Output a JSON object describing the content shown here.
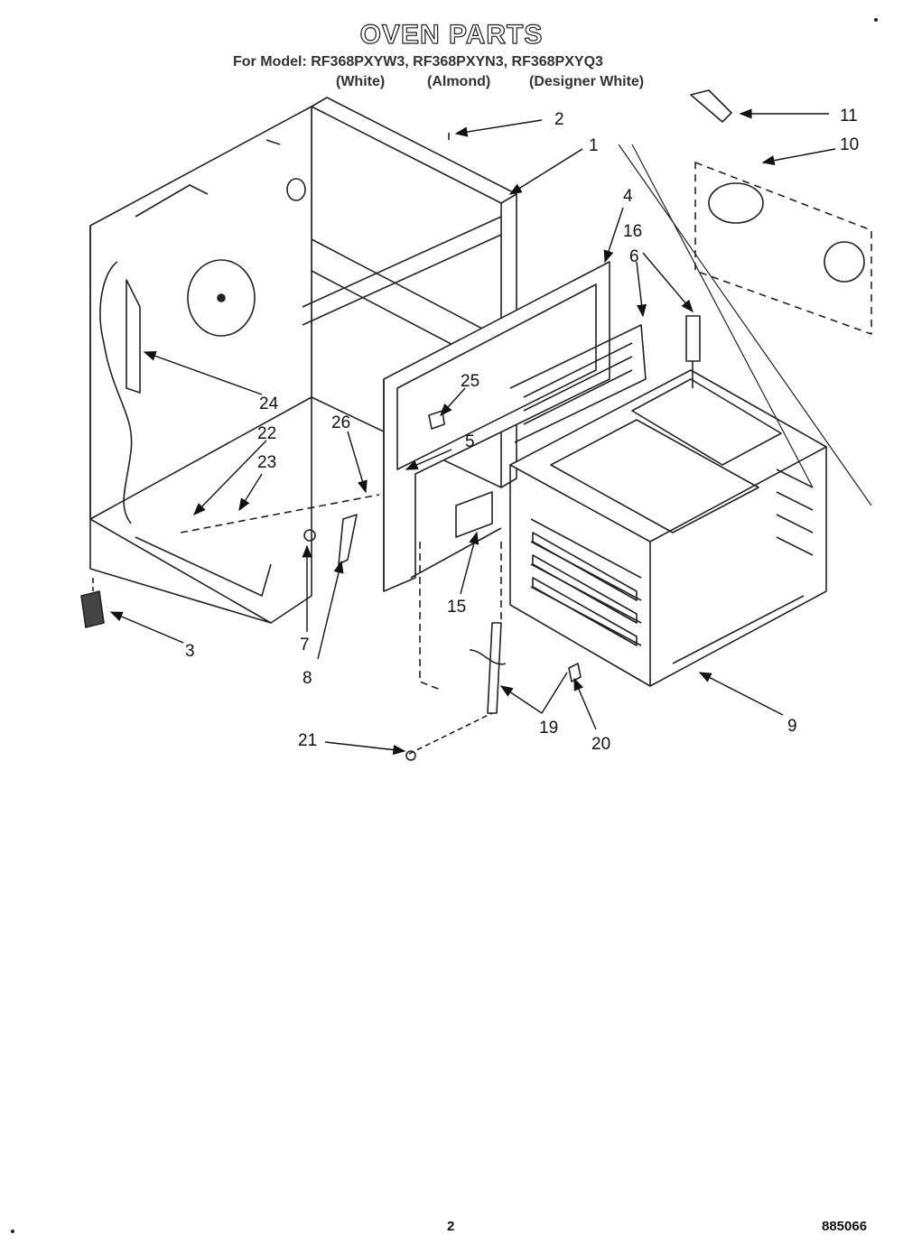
{
  "header": {
    "title": "OVEN PARTS",
    "models": "For Model: RF368PXYW3, RF368PXYN3, RF368PXYQ3",
    "color_white": "(White)",
    "color_almond": "(Almond)",
    "color_designer": "(Designer White)"
  },
  "footer": {
    "page_number": "2",
    "doc_code": "885066"
  },
  "callouts": [
    "1",
    "2",
    "3",
    "4",
    "5",
    "6",
    "7",
    "8",
    "9",
    "10",
    "11",
    "15",
    "16",
    "19",
    "20",
    "21",
    "22",
    "23",
    "24",
    "25",
    "26"
  ]
}
